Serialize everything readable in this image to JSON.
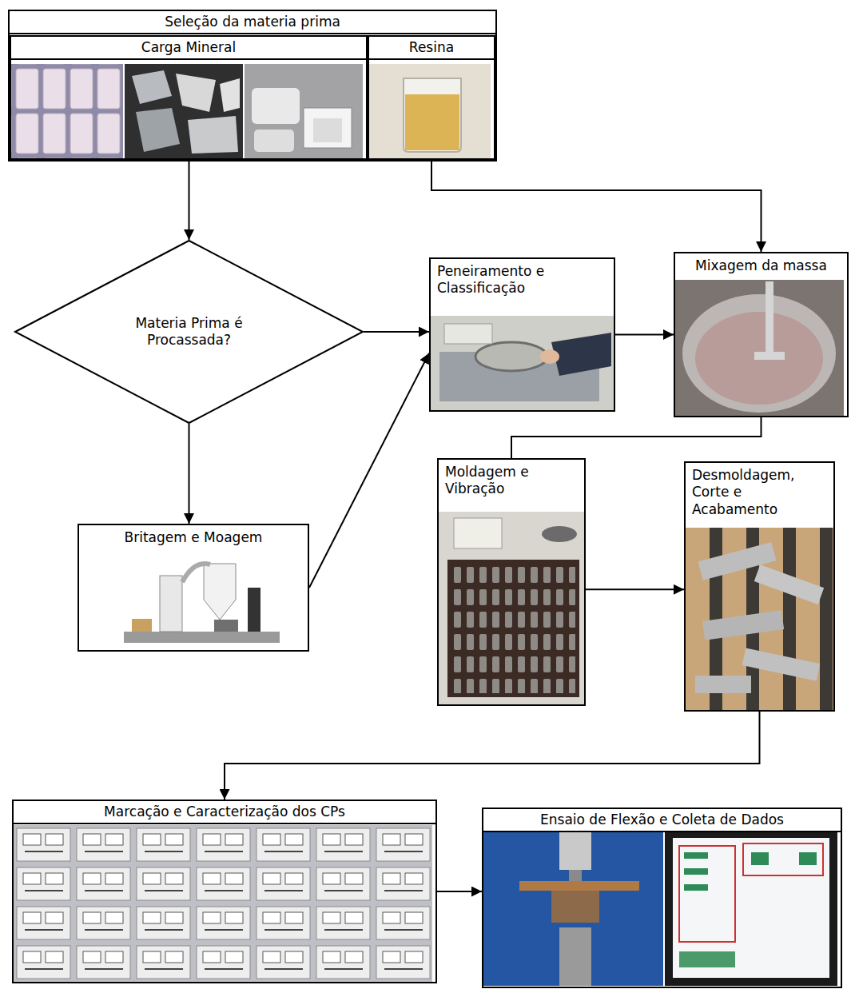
{
  "diagram": {
    "nodes": [
      {
        "text": [
          "Seleção da materia prima"
        ]
      },
      {
        "text": [
          "Carga Mineral"
        ],
        "in": 0
      },
      {
        "text": [
          "Resina"
        ],
        "in": 0
      },
      {
        "text": [
          "Materia Prima é Procassada?"
        ]
      },
      {
        "text": [
          "Peneiramento e Classificação"
        ]
      },
      {
        "text": [
          "Mixagem da massa"
        ]
      },
      {
        "text": [
          "Britagem e Moagem"
        ]
      },
      {
        "text": [
          "Moldagem e Vibração"
        ]
      },
      {
        "text": [
          "Desmoldagem, Corte e Acabamento"
        ]
      },
      {
        "text": [
          "Marcação e Caracterização dos CPs"
        ]
      },
      {
        "text": [
          "Ensaio de Flexão e Coleta de Dados"
        ]
      }
    ],
    "edges": [
      {
        "from": 1,
        "to": 3,
        "arrow": "to"
      },
      {
        "from": 2,
        "to": 5,
        "arrow": "to"
      },
      {
        "from": 3,
        "to": 4,
        "arrow": "to"
      },
      {
        "from": 3,
        "to": 6,
        "arrow": "to"
      },
      {
        "from": 6,
        "to": 4,
        "arrow": "to"
      },
      {
        "from": 4,
        "to": 5,
        "arrow": "to"
      },
      {
        "from": 5,
        "to": 7,
        "arrow": "none"
      },
      {
        "from": 7,
        "to": 8,
        "arrow": "to"
      },
      {
        "from": 8,
        "to": 9,
        "arrow": "to"
      },
      {
        "from": 9,
        "to": 10,
        "arrow": "to"
      }
    ]
  }
}
